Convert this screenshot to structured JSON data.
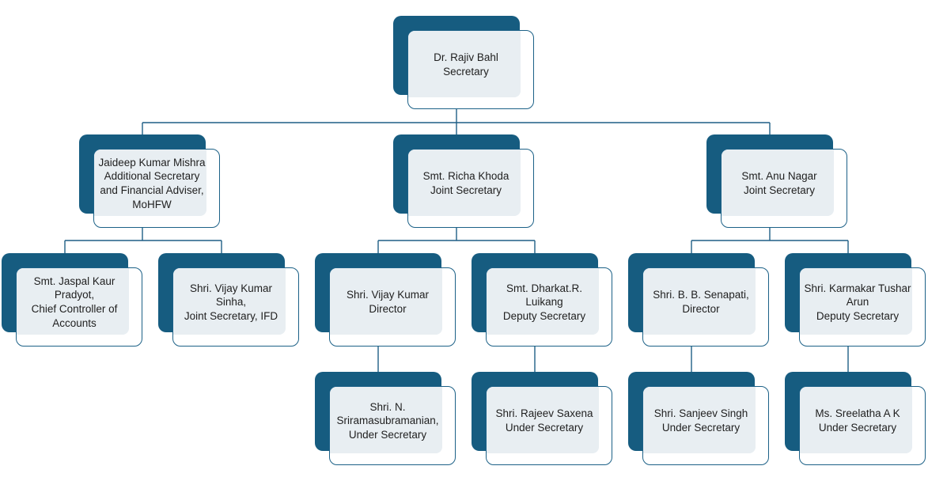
{
  "nodes": {
    "secretary": {
      "name": "Dr. Rajiv Bahl",
      "title": "Secretary"
    },
    "as_fa": {
      "name": "Jaideep Kumar Mishra",
      "title": "Additional Secretary and Financial Adviser, MoHFW"
    },
    "js_khoda": {
      "name": "Smt. Richa Khoda",
      "title": "Joint Secretary"
    },
    "js_nagar": {
      "name": "Smt. Anu Nagar",
      "title": "Joint Secretary"
    },
    "cca": {
      "name": "Smt. Jaspal Kaur Pradyot,",
      "title": "Chief Controller of Accounts"
    },
    "js_ifd": {
      "name": "Shri. Vijay Kumar Sinha,",
      "title": "Joint Secretary, IFD"
    },
    "dir_vijay": {
      "name": "Shri. Vijay Kumar",
      "title": "Director"
    },
    "ds_luikang": {
      "name": "Smt. Dharkat.R. Luikang",
      "title": "Deputy Secretary"
    },
    "dir_senapati": {
      "name": "Shri. B. B. Senapati,",
      "title": "Director"
    },
    "ds_arun": {
      "name": "Shri. Karmakar Tushar Arun",
      "title": "Deputy Secretary"
    },
    "us_sriram": {
      "name": "Shri. N. Sriramasubramanian,",
      "title": "Under Secretary"
    },
    "us_saxena": {
      "name": "Shri. Rajeev Saxena",
      "title": "Under Secretary"
    },
    "us_singh": {
      "name": "Shri. Sanjeev Singh",
      "title": "Under Secretary"
    },
    "us_sreelatha": {
      "name": "Ms. Sreelatha A K",
      "title": "Under Secretary"
    }
  },
  "colors": {
    "box_dark": "#165c80",
    "box_border": "#1c6187",
    "box_fill": "#e8eef2",
    "connector": "#1f5f86"
  }
}
